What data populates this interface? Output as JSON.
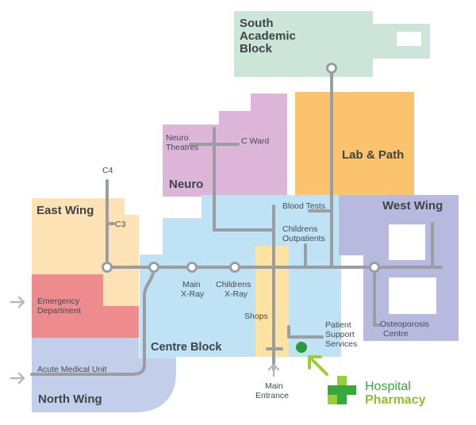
{
  "blocks": {
    "south_academic": [
      "South",
      "Academic",
      "Block"
    ],
    "lab_path": "Lab & Path",
    "neuro": "Neuro",
    "west_wing": "West Wing",
    "east_wing": "East Wing",
    "centre_block": "Centre Block",
    "north_wing": "North Wing"
  },
  "labels": {
    "neuro_theatres": [
      "Neuro",
      "Theatres"
    ],
    "c_ward": "C Ward",
    "c4": "C4",
    "c3": "C3",
    "blood_tests": "Blood Tests",
    "childrens_outpatients": [
      "Childrens",
      "Outpatients"
    ],
    "main_xray": [
      "Main",
      "X-Ray"
    ],
    "childrens_xray": [
      "Childrens",
      "X-Ray"
    ],
    "emergency_department": [
      "Emergency",
      "Department"
    ],
    "acute_medical_unit": "Acute Medical Unit",
    "shops": "Shops",
    "patient_support_services": [
      "Patient",
      "Support",
      "Services"
    ],
    "osteoporosis_centre": [
      "Osteoporosis",
      "Centre"
    ],
    "main_entrance": [
      "Main",
      "Entrance"
    ]
  },
  "pharmacy": {
    "line1": "Hospital",
    "line2": "Pharmacy"
  },
  "colors": {
    "south_academic": "#cde5d9",
    "lab_path": "#fbc36d",
    "neuro": "#dcb5d8",
    "west_wing": "#b8b9df",
    "east_wing": "#fde2b6",
    "centre_block": "#c0e2f5",
    "emergency": "#ee8b8e",
    "north_wing": "#c3ceea",
    "shops": "#fde3a2",
    "corridor": "#9a9ea2",
    "pharmacy_green": "#37a83d",
    "pharmacy_light": "#9acd3a"
  }
}
